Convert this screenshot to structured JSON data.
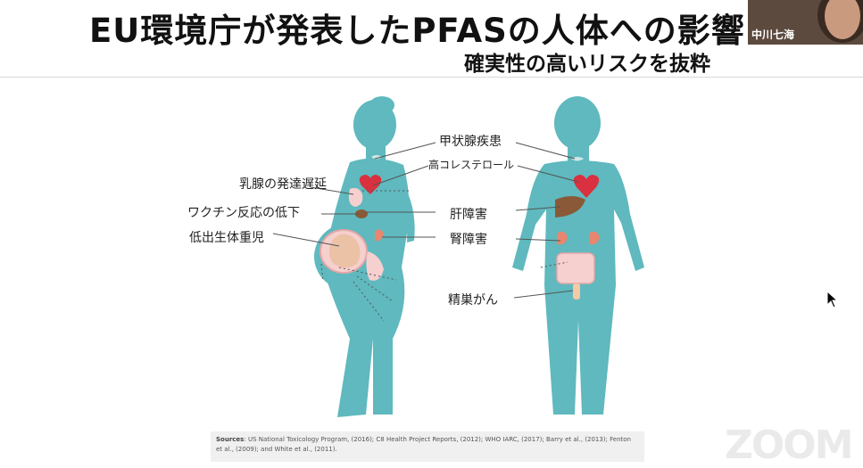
{
  "slide": {
    "title": "EU環境庁が発表したPFASの人体への影響",
    "subtitle": "確実性の高いリスクを抜粋"
  },
  "labels": {
    "thyroid": "甲状腺疾患",
    "cholesterol": "高コレステロール",
    "breast": "乳腺の発達遅延",
    "vaccine": "ワクチン反応の低下",
    "birthweight": "低出生体重児",
    "liver": "肝障害",
    "kidney": "腎障害",
    "testicular": "精巣がん"
  },
  "sources": {
    "heading": "Sources",
    "text": ": US National Toxicology Program, (2016); C8 Health Project Reports, (2012); WHO IARC, (2017); Barry et al., (2013); Fenton et al., (2009); and White et al., (2011)."
  },
  "participant": {
    "name": "中川七海"
  },
  "watermark": "ZOOM",
  "colors": {
    "body": "#5fb9be",
    "heart": "#d9313f",
    "liver": "#8a5a38",
    "kidney": "#e8866f",
    "pink": "#f6cfcf"
  }
}
